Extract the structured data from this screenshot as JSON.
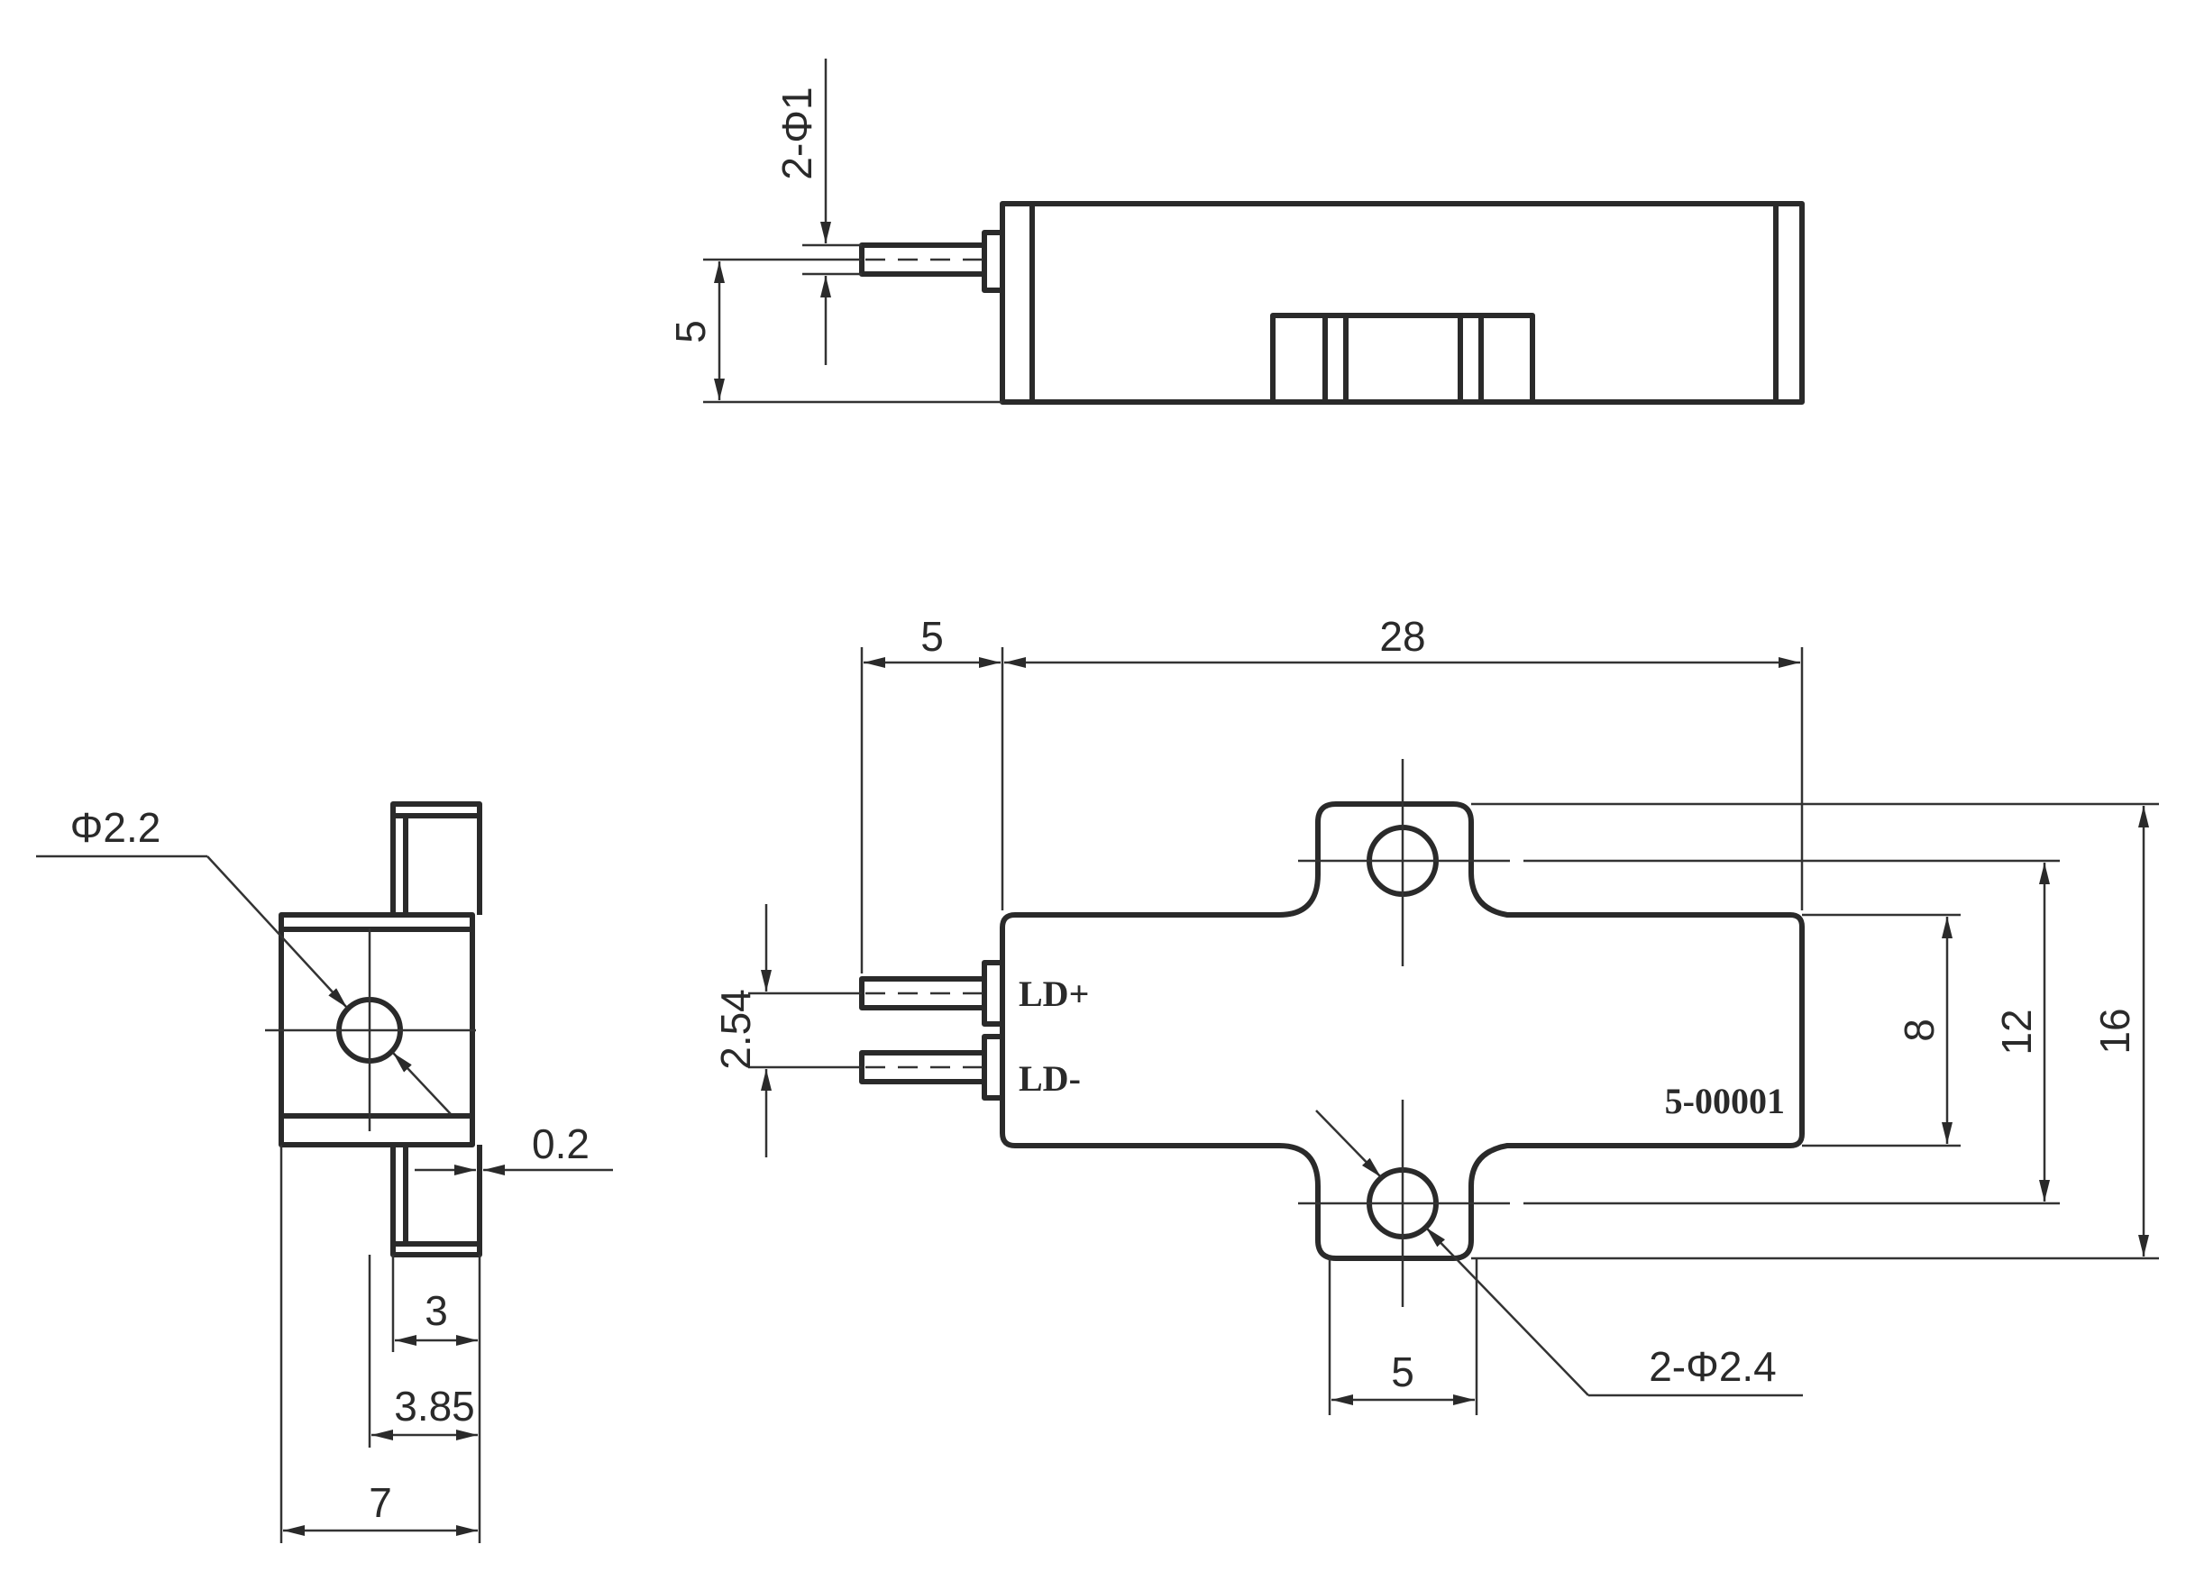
{
  "top_view": {
    "pin_diameter": "2-Φ1",
    "pin_height": "5"
  },
  "front_view": {
    "pin_length": "5",
    "body_length": "28",
    "pin_pitch": "2.54",
    "body_width": "8",
    "hole_pitch": "12",
    "flange_width": "16",
    "flange_tab_width": "5",
    "mount_holes": "2-Φ2.4",
    "pin_labels": [
      "LD+",
      "LD-"
    ],
    "part_number": "5-00001"
  },
  "side_view": {
    "hole_diameter": "Φ2.2",
    "gap": "0.2",
    "tab_width": "3",
    "tab_offset": "3.85",
    "total_width": "7"
  }
}
